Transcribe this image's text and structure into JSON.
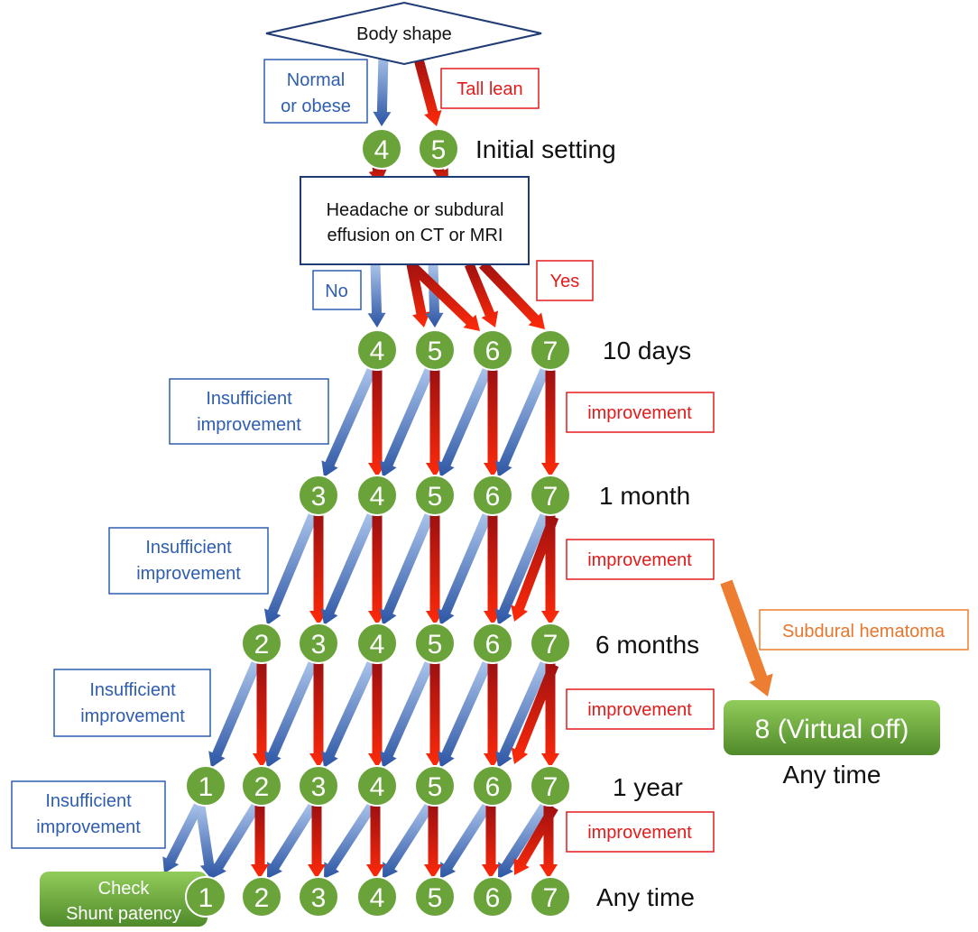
{
  "start": {
    "label": "Body shape"
  },
  "branches": {
    "normal": [
      "Normal",
      "or obese"
    ],
    "tall": "Tall lean"
  },
  "initial": {
    "values": [
      "4",
      "5"
    ],
    "label": "Initial setting"
  },
  "decision": {
    "lines": [
      "Headache or subdural",
      "effusion on CT or MRI"
    ],
    "no": "No",
    "yes": "Yes"
  },
  "rows": [
    {
      "label": "10 days",
      "values": [
        "4",
        "5",
        "6",
        "7"
      ]
    },
    {
      "label": "1 month",
      "values": [
        "3",
        "4",
        "5",
        "6",
        "7"
      ]
    },
    {
      "label": "6 months",
      "values": [
        "2",
        "3",
        "4",
        "5",
        "6",
        "7"
      ]
    },
    {
      "label": "1 year",
      "values": [
        "1",
        "2",
        "3",
        "4",
        "5",
        "6",
        "7"
      ]
    },
    {
      "label": "Any time",
      "values": [
        "1",
        "2",
        "3",
        "4",
        "5",
        "6",
        "7"
      ]
    }
  ],
  "insufficient": [
    "Insufficient",
    "improvement"
  ],
  "improvement": "improvement",
  "hematoma": "Subdural hematoma",
  "virtual_off": {
    "label": "8 (Virtual off)",
    "time": "Any time"
  },
  "check": [
    "Check",
    "Shunt patency"
  ],
  "colors": {
    "circle": "#6aa33a",
    "blue": "#2f5db0",
    "red": "#e31b1b",
    "orange": "#ed7d31",
    "navy": "#1f3b73"
  }
}
